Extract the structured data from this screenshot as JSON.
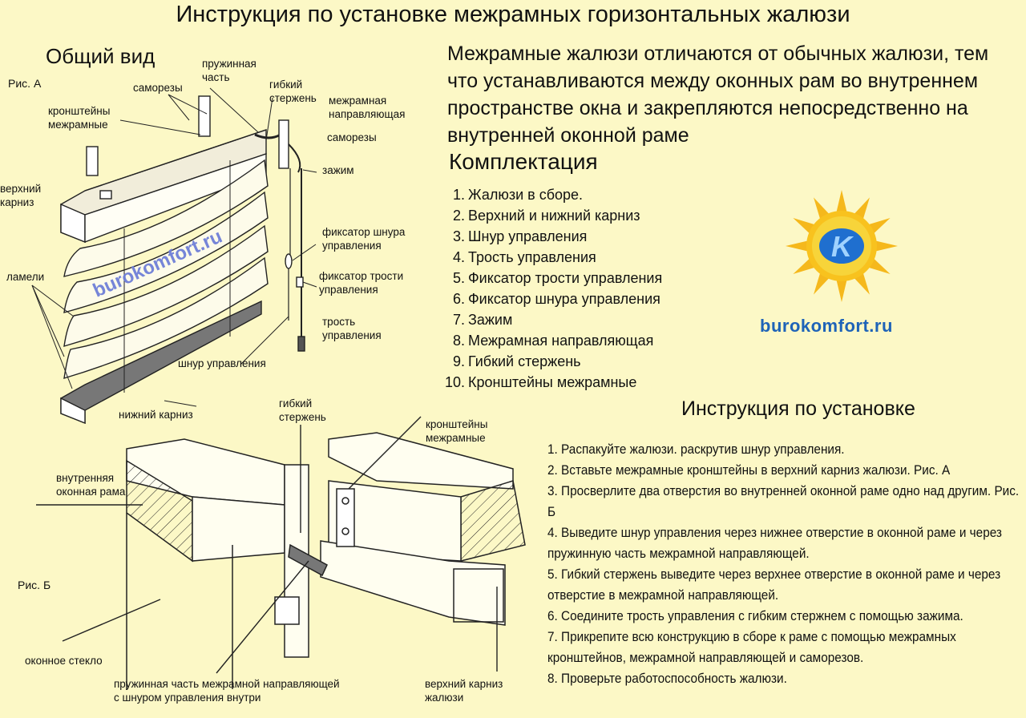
{
  "title": "Инструкция по установке межрамных горизонтальных жалюзи",
  "general_view": {
    "heading": "Общий вид",
    "fig_label": "Рис. А",
    "labels": {
      "springs": "пружинная\nчасть",
      "screws_top": "саморезы",
      "flex_rod": "гибкий\nстержень",
      "guide": "межрамная\nнаправляющая",
      "brackets": "кронштейны\nмежрамные",
      "screws_right": "саморезы",
      "clamp": "зажим",
      "top_cornice": "верхний\nкарниз",
      "cord_lock": "фиксатор шнура\nуправления",
      "slats": "ламели",
      "wand_lock": "фиксатор трости\nуправления",
      "wand": "трость\nуправления",
      "cord": "шнур управления",
      "bottom_cornice": "нижний карниз"
    },
    "watermark": "burokomfort.ru"
  },
  "description": "Межрамные жалюзи отличаются от обычных жалюзи, тем что устанавливаются между оконных рам во внутреннем пространстве окна и закрепляются непосредственно на внутренней оконной раме",
  "kit": {
    "heading": "Комплектация",
    "items": [
      {
        "num": "1.",
        "text": "Жалюзи в сборе."
      },
      {
        "num": "2.",
        "text": "Верхний и нижний карниз"
      },
      {
        "num": "3.",
        "text": "Шнур управления"
      },
      {
        "num": "4.",
        "text": "Трость управления"
      },
      {
        "num": "5.",
        "text": "Фиксатор трости управления"
      },
      {
        "num": "6.",
        "text": "Фиксатор шнура управления"
      },
      {
        "num": "7.",
        "text": "Зажим"
      },
      {
        "num": "8.",
        "text": "Межрамная направляющая"
      },
      {
        "num": "9.",
        "text": "Гибкий стержень"
      },
      {
        "num": "10.",
        "text": "Кронштейны межрамные"
      }
    ]
  },
  "logo": {
    "letter": "K",
    "site": "burokomfort.ru",
    "sun_color": "#f5b81c",
    "disc_color": "#1f6fcf"
  },
  "installation": {
    "heading": "Инструкция по установке",
    "steps": [
      "1. Распакуйте жалюзи. раскрутив шнур управления.",
      "2. Вставьте межрамные кронштейны в верхний карниз жалюзи. Рис. А",
      "3. Просверлите два отверстия во внутренней оконной раме одно над другим. Рис. Б",
      "4. Выведите шнур управления через нижнее отверстие в оконной раме и через пружинную часть межрамной направляющей.",
      "5. Гибкий стержень выведите через верхнее отверстие в оконной раме и через отверстие в межрамной направляющей.",
      "6. Соедините трость управления с гибким стержнем с помощью зажима.",
      "7. Прикрепите всю конструкцию в сборе к раме с помощью межрамных кронштейнов, межрамной направляющей и саморезов.",
      "8. Проверьте работоспособность жалюзи."
    ]
  },
  "fig_b": {
    "fig_label": "Рис. Б",
    "labels": {
      "flex_rod": "гибкий\nстержень",
      "brackets": "кронштейны\nмежрамные",
      "inner_frame": "внутренняя\nоконная рама",
      "glass": "оконное стекло",
      "spring_guide": "пружинная часть межрамной направляющей\nс шнуром управления внутри",
      "top_cornice": "верхний карниз\nжалюзи"
    }
  }
}
